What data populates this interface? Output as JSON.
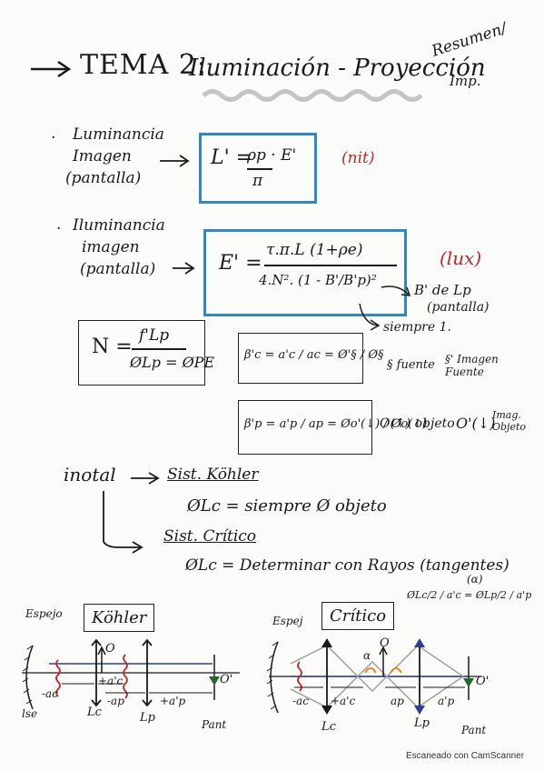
{
  "title": {
    "prefix": "TEMA 2:",
    "main": "Iluminación - Proyección",
    "side_top": "Resumen/",
    "side_bottom": "Imp."
  },
  "luminancia": {
    "label_lines": [
      "Luminancia",
      "Imagen",
      "(pantalla)"
    ],
    "formula_left": "L' =",
    "formula_num": "ρp · E'",
    "formula_den": "π",
    "unit": "(nit)"
  },
  "iluminancia": {
    "label_lines": [
      "Iluminancia",
      "imagen",
      "(pantalla)"
    ],
    "formula_left": "E' =",
    "formula_num": "τ.π.L (1+ρe)",
    "formula_den": "4.N². (1 - B'/B'p)²",
    "unit": "(lux)",
    "note_bp": "B' de Lp",
    "note_bp2": "(pantalla)",
    "note_siempre": "siempre 1."
  },
  "n_box": {
    "left": "N =",
    "num": "f'Lp",
    "den": "ØLp = ØPE"
  },
  "beta_c": {
    "formula": "β'c = a'c / ac = Ø'§ / Ø§",
    "note1": "§ fuente",
    "note2": "§' Imagen Fuente"
  },
  "beta_p": {
    "formula": "β'p = a'p / ap = Øo'(↓) / Øo(↑)",
    "note1": "O(↑) objeto",
    "note2": "O'(↓)",
    "note3": "Imag. Objeto"
  },
  "inotal": {
    "label": "inotal",
    "kohler_head": "Sist. Köhler",
    "kohler_text": "ØLc = siempre Ø objeto",
    "critico_head": "Sist. Crítico",
    "critico_text": "ØLc = Determinar con Rayos (tangentes)",
    "tan_formula": "ØLc/2 / a'c = ØLp/2 / a'p",
    "alpha": "(α)"
  },
  "diagram_kohler": {
    "title": "Köhler",
    "espejo": "Espejo",
    "lse": "lse",
    "lc": "Lc",
    "lp": "Lp",
    "pant": "Pant",
    "o": "O",
    "o_prime": "O'",
    "ac_minus": "-ac",
    "ac_plus": "+a'c",
    "ap_minus": "-ap",
    "ap_plus": "+a'p"
  },
  "diagram_critico": {
    "title": "Crítico",
    "espejo": "Espej",
    "lc": "Lc",
    "lp": "Lp",
    "pant": "Pant",
    "o": "O",
    "o_prime": "O'",
    "ac_minus": "-ac",
    "ac_plus": "+a'c",
    "ap": "ap",
    "ap_prime": "a'p",
    "alpha": "α"
  },
  "footer": "Escaneado con CamScanner"
}
